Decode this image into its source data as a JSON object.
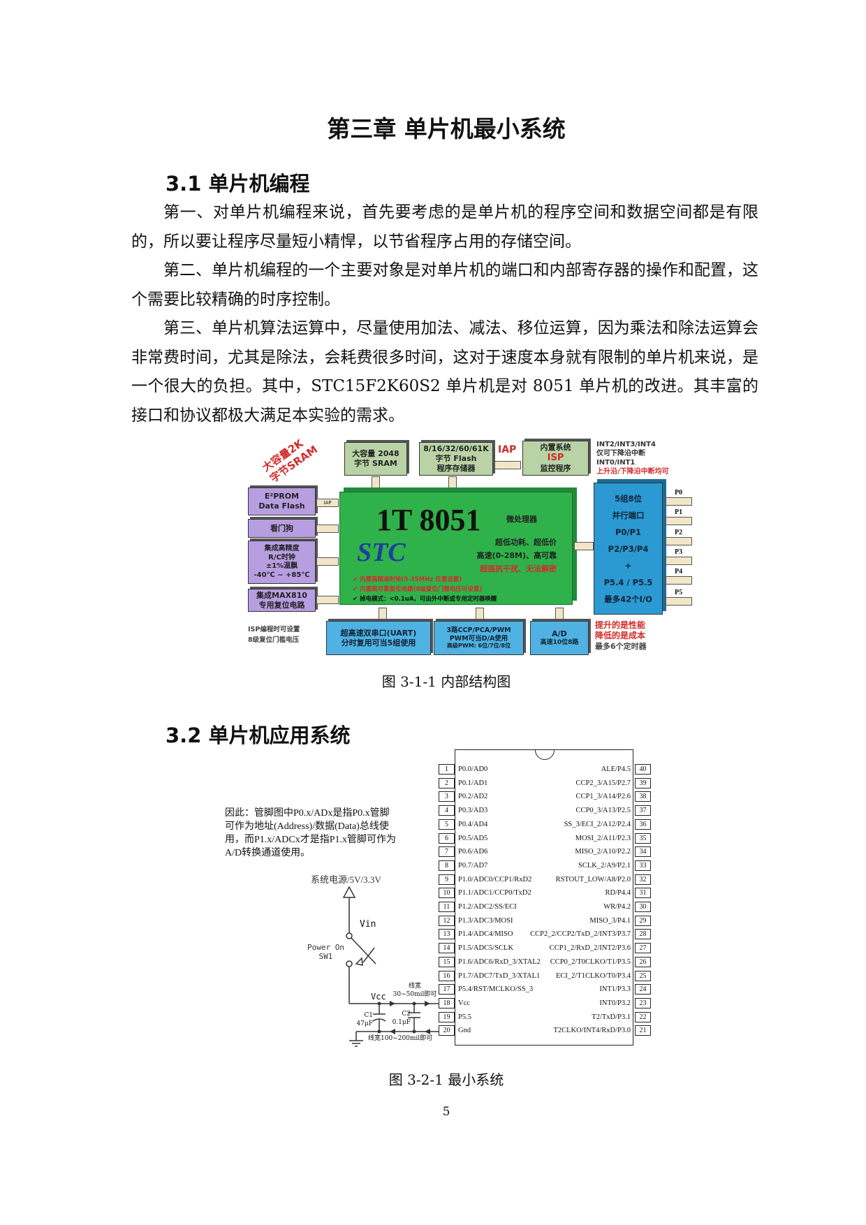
{
  "chapter_title": "第三章  单片机最小系统",
  "section1": {
    "heading": "3.1 单片机编程",
    "paragraphs": [
      "第一、对单片机编程来说，首先要考虑的是单片机的程序空间和数据空间都是有限的，所以要让程序尽量短小精悍，以节省程序占用的存储空间。",
      "第二、单片机编程的一个主要对象是对单片机的端口和内部寄存器的操作和配置，这个需要比较精确的时序控制。",
      "第三、单片机算法运算中，尽量使用加法、减法、移位运算，因为乘法和除法运算会非常费时间，尤其是除法，会耗费很多时间，这对于速度本身就有限制的单片机来说，是一个很大的负担。其中，STC15F2K60S2 单片机是对 8051 单片机的改进。其丰富的接口和协议都极大满足本实验的需求。"
    ],
    "figure": {
      "caption": "图 3-1-1  内部结构图",
      "sram_callout": [
        "大容量2K",
        "字节SRAM"
      ],
      "sram": [
        "大容量 2048",
        "字节 SRAM"
      ],
      "flash": [
        "8/16/32/60/61K",
        "字节 Flash",
        "程序存储器"
      ],
      "iap": "IAP",
      "isp": [
        "内置系统",
        "ISP",
        "监控程序"
      ],
      "int_note": [
        "INT2/INT3/INT4",
        "仅可下降沿中断",
        "INT0/INT1",
        "上升沿/下降沿中断均可"
      ],
      "eeprom": [
        "E²PROM",
        "Data Flash"
      ],
      "eeprom_iap": "IAP",
      "watchdog": "看门狗",
      "rc_clock": [
        "集成高精度",
        "R/C时钟",
        "±1%温飘",
        "-40℃ ~ +85℃"
      ],
      "max810": [
        "集成MAX810",
        "专用复位电路"
      ],
      "core_title": "1T 8051",
      "core_sub": "微处理器",
      "brand": "STC",
      "features": [
        "超低功耗、超低价",
        "高速(0-28M)、高可靠",
        "超强抗干扰、无法解密"
      ],
      "bullets": [
        "内置高精准时钟(5-35MHz 任意设置)",
        "内置高可靠复位电路(8级复位门槛电压可设置)",
        "掉电模式：<0.1uA，可由外中断或专用定时器唤醒"
      ],
      "ports_box": [
        "5组8位",
        "并行端口",
        "P0/P1",
        "P2/P3/P4",
        "+",
        "P5.4 / P5.5",
        "最多42个I/O"
      ],
      "port_labels": [
        "P0",
        "P1",
        "P2",
        "P3",
        "P4",
        "P5"
      ],
      "isp_reset_note": [
        "ISP编程时可设置",
        "8级复位门槛电压"
      ],
      "uart": [
        "超高速双串口(UART)",
        "分时复用可当5组使用"
      ],
      "ccp": [
        "3路CCP/PCA/PWM",
        "PWM可当D/A使用",
        "高级PWM: 6位/7位/8位"
      ],
      "adc": [
        "A/D",
        "高速10位8路"
      ],
      "perf_note": [
        "提升的是性能",
        "降低的是成本",
        "最多6个定时器"
      ],
      "colors": {
        "core": "#2fb24a",
        "left_boxes": "#b79ee0",
        "top_boxes": "#b9d3a6",
        "blue": "#4fb2e2",
        "red_text": "#d42a2a",
        "brand": "#1f3f9a"
      }
    }
  },
  "section2": {
    "heading": "3.2 单片机应用系统",
    "figure": {
      "caption": "图 3-2-1  最小系统",
      "note": [
        "因此：管脚图中P0.x/ADx是指P0.x管脚",
        "可作为地址(Address)/数据(Data)总线使",
        "用，而P1.x/ADCx才是指P1.x管脚可作为",
        "A/D转换通道使用。"
      ],
      "power_label": "系统电源/5V/3.3V",
      "vin": "Vin",
      "switch_label": [
        "Power On",
        "SW1"
      ],
      "vcc": "Vcc",
      "trace_top": [
        "线宽",
        "30~50mil即可"
      ],
      "trace_bottom": "线宽100~200mil即可",
      "c1": [
        "C1",
        "47μF"
      ],
      "c2": [
        "C2",
        "0.1μF"
      ],
      "left_pins": [
        "P0.0/AD0",
        "P0.1/AD1",
        "P0.2/AD2",
        "P0.3/AD3",
        "P0.4/AD4",
        "P0.5/AD5",
        "P0.6/AD6",
        "P0.7/AD7",
        "P1.0/ADC0/CCP1/RxD2",
        "P1.1/ADC1/CCP0/TxD2",
        "P1.2/ADC2/SS/ECI",
        "P1.3/ADC3/MOSI",
        "P1.4/ADC4/MISO",
        "P1.5/ADC5/SCLK",
        "P1.6/ADC6/RxD_3/XTAL2",
        "P1.7/ADC7/TxD_3/XTAL1",
        "P5.4/RST/MCLKO/SS_3",
        "Vcc",
        "P5.5",
        "Gnd"
      ],
      "right_pins": [
        "ALE/P4.5",
        "CCP2_3/A15/P2.7",
        "CCP1_3/A14/P2.6",
        "CCP0_3/A13/P2.5",
        "SS_3/ECI_2/A12/P2.4",
        "MOSI_2/A11/P2.3",
        "MISO_2/A10/P2.2",
        "SCLK_2/A9/P2.1",
        "RSTOUT_LOW/A8/P2.0",
        "RD/P4.4",
        "WR/P4.2",
        "MISO_3/P4.1",
        "CCP2_2/CCP2/TxD_2/INT3/P3.7",
        "CCP1_2/RxD_2/INT2/P3.6",
        "CCP0_2/T0CLKO/T1/P3.5",
        "ECI_2/T1CLKO/T0/P3.4",
        "INT1/P3.3",
        "INT0/P3.2",
        "T2/TxD/P3.1",
        "T2CLKO/INT4/RxD/P3.0"
      ]
    }
  },
  "page_number": "5"
}
